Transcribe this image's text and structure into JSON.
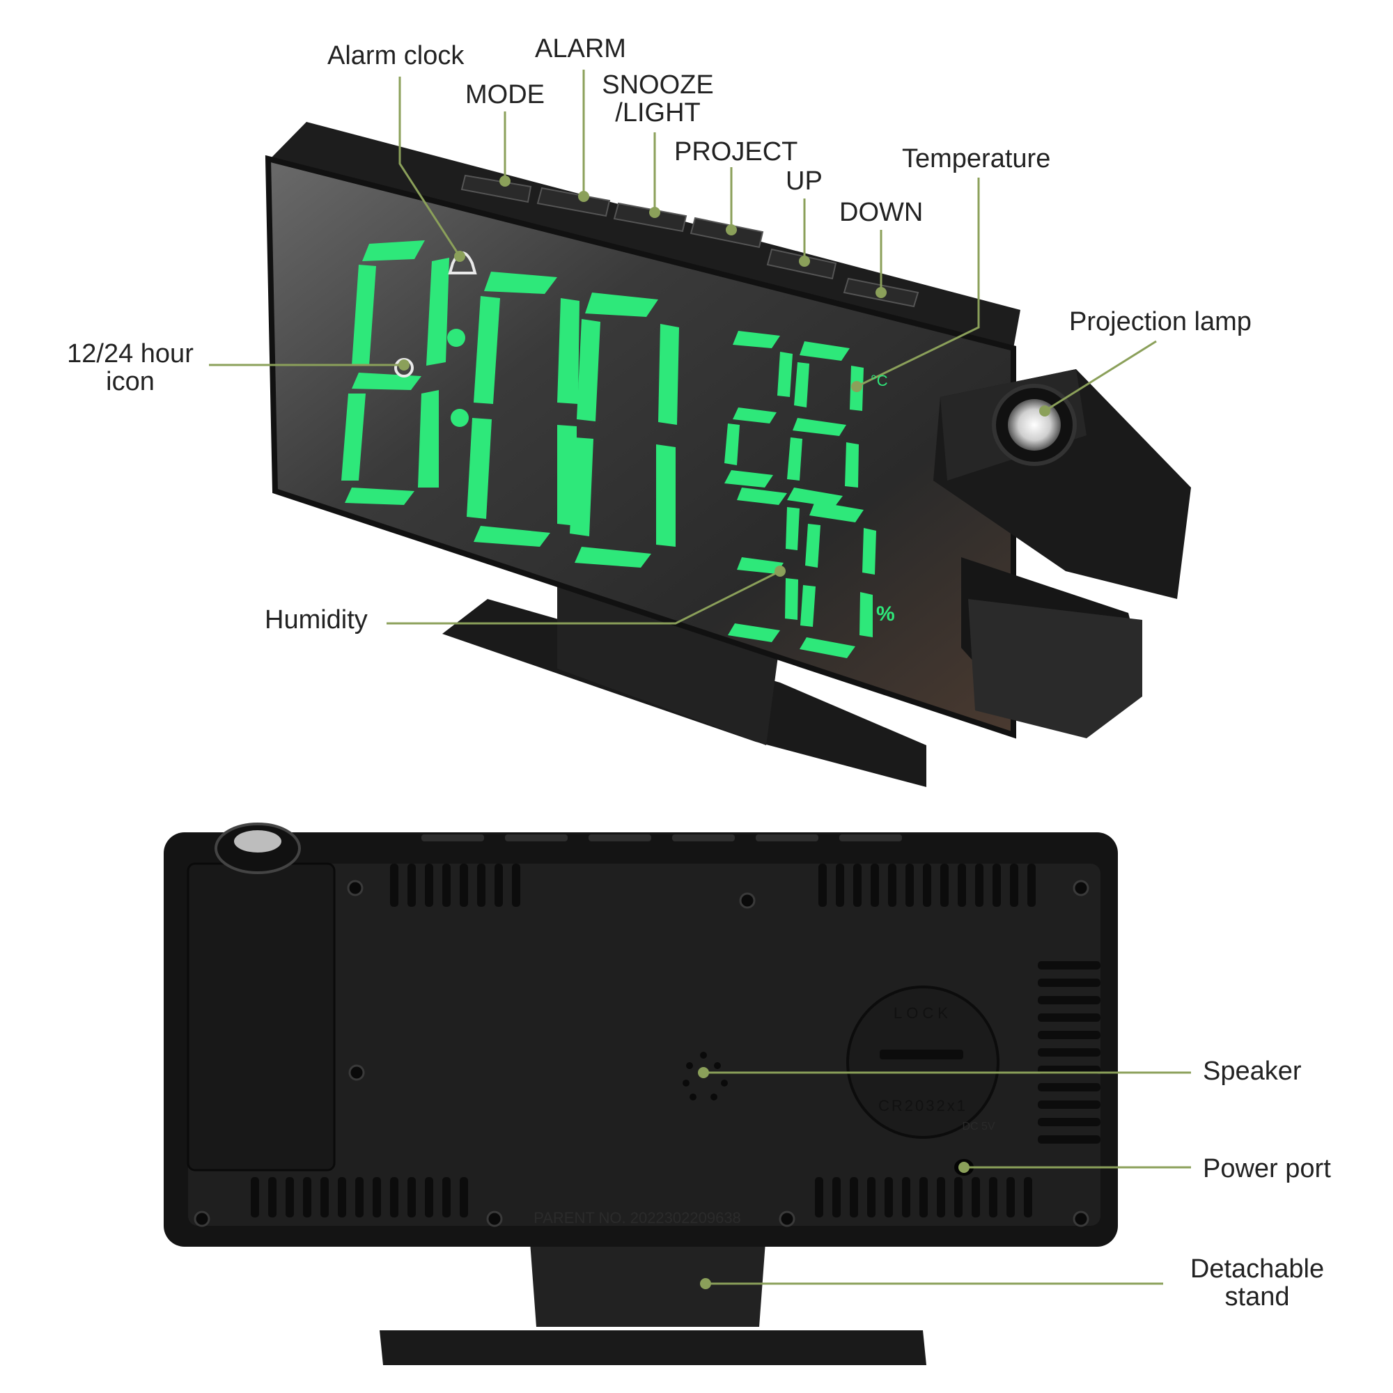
{
  "display": {
    "time": "8:00",
    "temperature": "28",
    "temperature_unit": "°C",
    "humidity": "30",
    "humidity_unit": "%",
    "color": "#2ee87a"
  },
  "labels": {
    "alarm_clock": "Alarm clock",
    "alarm": "ALARM",
    "mode": "MODE",
    "snooze_light_1": "SNOOZE",
    "snooze_light_2": "/LIGHT",
    "project": "PROJECT",
    "up": "UP",
    "down": "DOWN",
    "temperature": "Temperature",
    "projection_lamp": "Projection lamp",
    "hour_icon_1": "12/24 hour",
    "hour_icon_2": "icon",
    "humidity": "Humidity",
    "speaker": "Speaker",
    "power_port": "Power port",
    "detachable_stand_1": "Detachable",
    "detachable_stand_2": "stand"
  },
  "back_panel": {
    "lock_text": "LOCK",
    "battery_text": "CR2032x1",
    "dc_text": "DC 5V",
    "patent_text": "PARENT NO. 2022302209638"
  },
  "colors": {
    "leader_line": "#8ba05a",
    "body": "#141414",
    "digits": "#2ee87a"
  }
}
